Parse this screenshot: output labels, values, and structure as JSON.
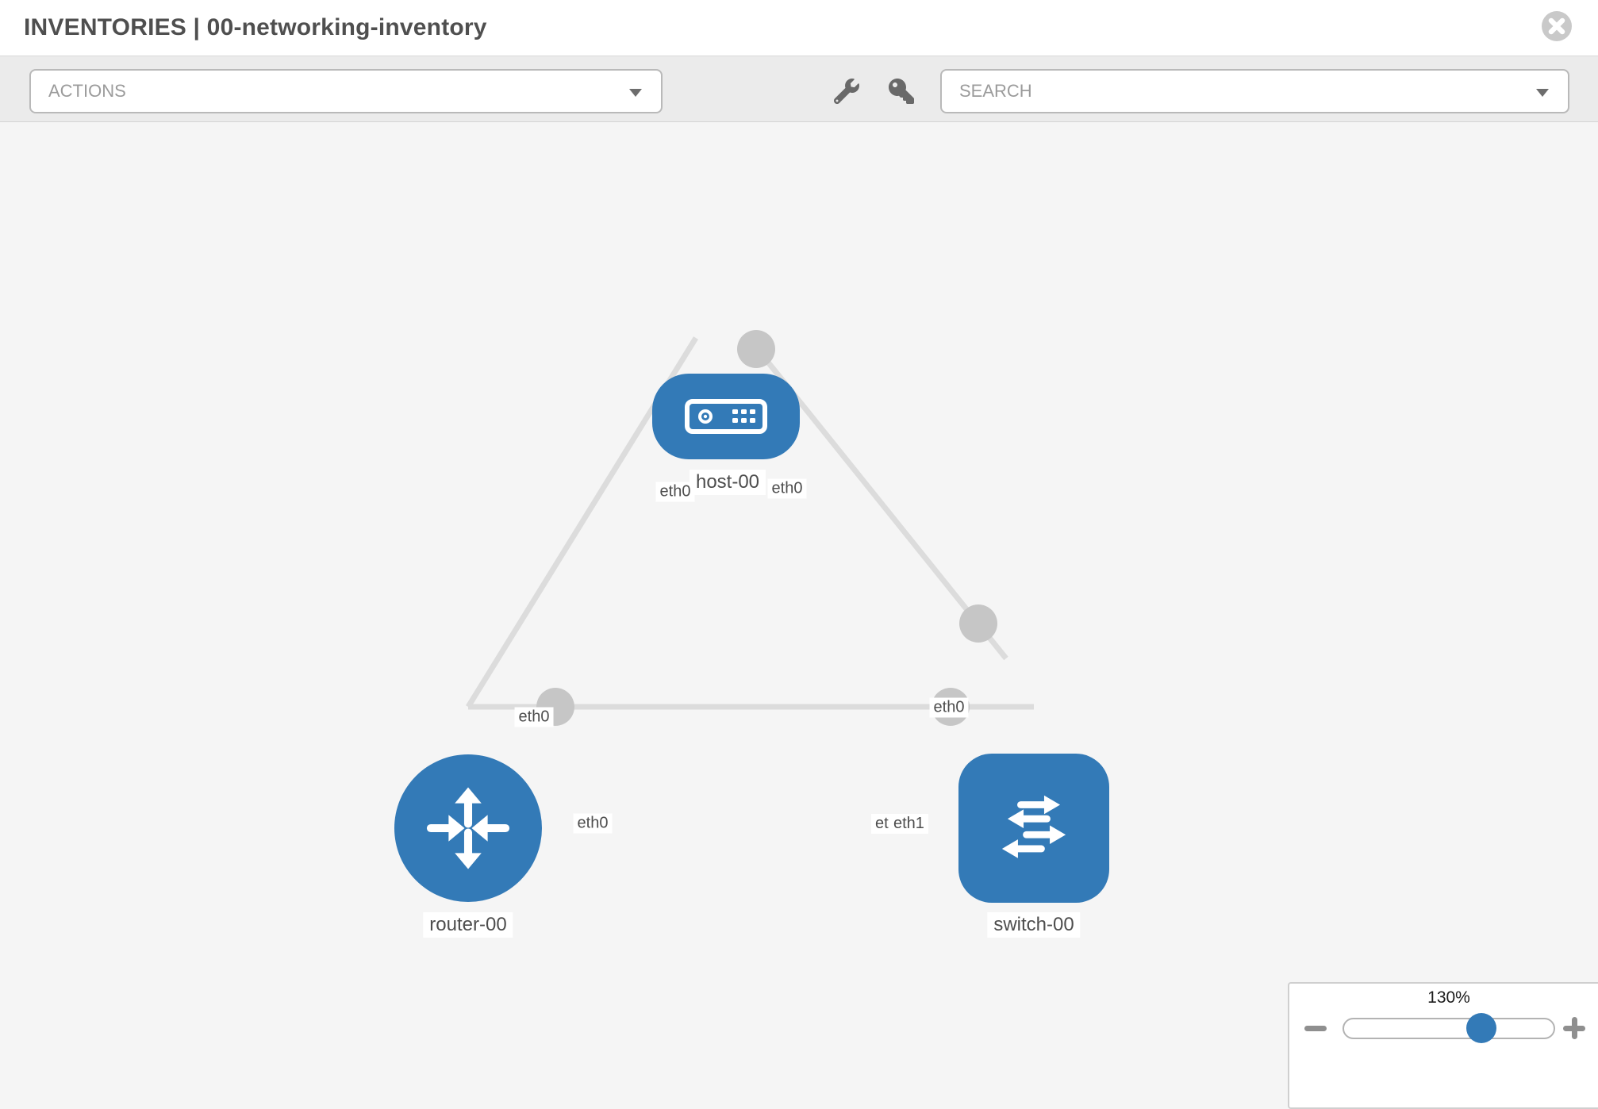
{
  "header": {
    "title": "INVENTORIES | 00-networking-inventory"
  },
  "toolbar": {
    "actions_label": "ACTIONS",
    "search_placeholder": "SEARCH"
  },
  "graph": {
    "nodes": [
      {
        "id": "host-00",
        "type": "host",
        "icon": "server-icon"
      },
      {
        "id": "router-00",
        "type": "router",
        "icon": "router-arrows-icon"
      },
      {
        "id": "switch-00",
        "type": "switch",
        "icon": "switch-arrows-icon"
      }
    ],
    "edges": [
      {
        "source": "host-00",
        "target": "router-00",
        "source_label": "eth0",
        "target_label": "eth0"
      },
      {
        "source": "host-00",
        "target": "switch-00",
        "source_label": "eth0",
        "target_label": "eth0"
      },
      {
        "source": "router-00",
        "target": "switch-00",
        "source_label": "eth0",
        "target_labels": [
          "eth0",
          "eth1"
        ]
      }
    ]
  },
  "zoom_control": {
    "level": "130%"
  },
  "icons": {
    "close": "close-icon",
    "wrench": "wrench-icon",
    "key": "key-icon",
    "dropdown": "chevron-down-icon",
    "zoom_out": "minus-icon",
    "zoom_in": "plus-icon"
  },
  "colors": {
    "node_blue": "#337ab7",
    "edge_gray": "#dcdcdc",
    "port_dot_gray": "#c6c6c6",
    "toolbar_bg": "#ebebeb",
    "canvas_bg": "#f5f5f5"
  }
}
